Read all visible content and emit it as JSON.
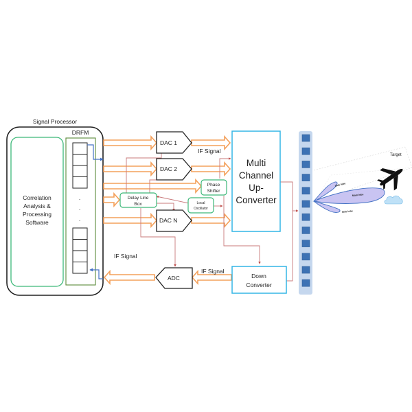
{
  "diagram": {
    "signal_processor": {
      "title": "Signal Processor",
      "software_block": [
        "Correlation",
        "Analysis &",
        "Processing",
        "Software"
      ],
      "drfm": {
        "title": "DRFM",
        "top_cells": 4,
        "bottom_cells": 4,
        "ellipsis": "·"
      }
    },
    "dacs": [
      {
        "label": "DAC 1"
      },
      {
        "label": "DAC 2"
      },
      {
        "label": "DAC N"
      }
    ],
    "adc": {
      "label": "ADC"
    },
    "phase_shifter": {
      "lines": [
        "Phase",
        "Shifter"
      ]
    },
    "delay_line_box": {
      "lines": [
        "Delay Line",
        "Box"
      ]
    },
    "local_oscillator": {
      "lines": [
        "Local",
        "Oscillator"
      ]
    },
    "up_converter": {
      "lines": [
        "Multi",
        "Channel",
        "Up-",
        "Converter"
      ]
    },
    "down_converter": {
      "lines": [
        "Down",
        "Converter"
      ]
    },
    "signal_labels": {
      "if_signal_top": "IF Signal",
      "if_signal_left": "IF Signal",
      "if_signal_bottom": "IF Signal"
    },
    "antenna_array": {
      "elements": 12
    },
    "beam": {
      "main_lobe": "Main lobe",
      "side_lobe_upper": "Side lobe",
      "side_lobe_lower": "Side lobe",
      "target_label": "Target"
    },
    "colors": {
      "signal_arrow": "#f4a05a",
      "control_line": "#c8787a",
      "data_wire": "#4472c4",
      "cyan_block": "#33b5e5",
      "green_block": "#3cb878",
      "drfm_border": "#5a8a3a",
      "antenna_panel": "#c5d7ee",
      "antenna_element": "#3d72b4",
      "lobe_fill": "#c9c4f2",
      "lobe_stroke": "#4472c4",
      "cloud_fill": "#bfe1f7"
    }
  }
}
